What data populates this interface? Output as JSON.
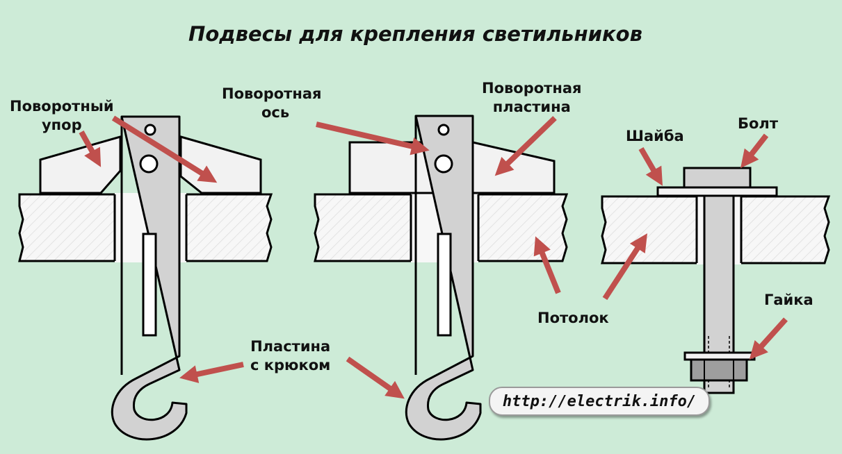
{
  "title": "Подвесы для крепления светильников",
  "labels": {
    "rotary_stop": [
      "Поворотный",
      "упор"
    ],
    "rotary_axis": [
      "Поворотная",
      "ось"
    ],
    "rotary_plate": [
      "Поворотная",
      "пластина"
    ],
    "washer": "Шайба",
    "bolt": "Болт",
    "ceiling": "Потолок",
    "nut": "Гайка",
    "hook_plate": [
      "Пластина",
      "с крюком"
    ]
  },
  "watermark": "http://electrik.info/",
  "colors": {
    "background": "#cdebd7",
    "metal": "#d2d2d2",
    "ceiling": "#f7f7f7",
    "arrow": "#c0504d",
    "outline": "#000000"
  }
}
